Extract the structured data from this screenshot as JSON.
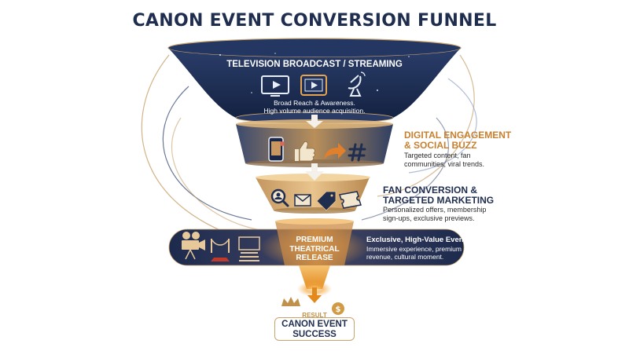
{
  "title": "CANON EVENT CONVERSION FUNNEL",
  "stages": [
    {
      "title": "TELEVISION BROADCAST / STREAMING",
      "description_lines": [
        "Broad Reach & Awareness.",
        "High volume audience acquisition."
      ]
    },
    {
      "side_title_lines": [
        "DIGITAL ENGAGEMENT",
        "& SOCIAL BUZZ"
      ],
      "side_description_lines": [
        "Targeted content, fan",
        "communities, viral trends."
      ]
    },
    {
      "side_title_lines": [
        "FAN CONVERSION &",
        "TARGETED MARKETING"
      ],
      "side_description_lines": [
        "Personalized offers, membership",
        "sign-ups, exclusive previews."
      ]
    },
    {
      "title_lines": [
        "PREMIUM",
        "THEATRICAL",
        "RELEASE"
      ],
      "side_title": "Exclusive, High-Value Event.",
      "side_description_lines": [
        "Immersive experience, premium",
        "revenue, cultural moment."
      ]
    }
  ],
  "result": {
    "label": "RESULT",
    "title_lines": [
      "CANON EVENT",
      "SUCCESS"
    ]
  },
  "icons": {
    "stage1": [
      "monitor-play-icon",
      "tablet-play-icon",
      "satellite-dish-icon"
    ],
    "stage2": [
      "smartphone-icon",
      "thumbs-up-icon",
      "share-arrow-icon",
      "hashtag-icon"
    ],
    "stage3": [
      "magnifier-user-icon",
      "envelope-icon",
      "limited-edition-tag-icon",
      "ticket-icon"
    ],
    "stage4": [
      "film-camera-icon",
      "red-carpet-icon",
      "cinema-screen-icon"
    ],
    "result": [
      "crown-icon",
      "dollar-coin-icon"
    ]
  },
  "colors": {
    "navy": "#1f2d4f",
    "gold": "#d2a45c",
    "orange_text": "#c8802e",
    "light": "#eef2f8"
  }
}
